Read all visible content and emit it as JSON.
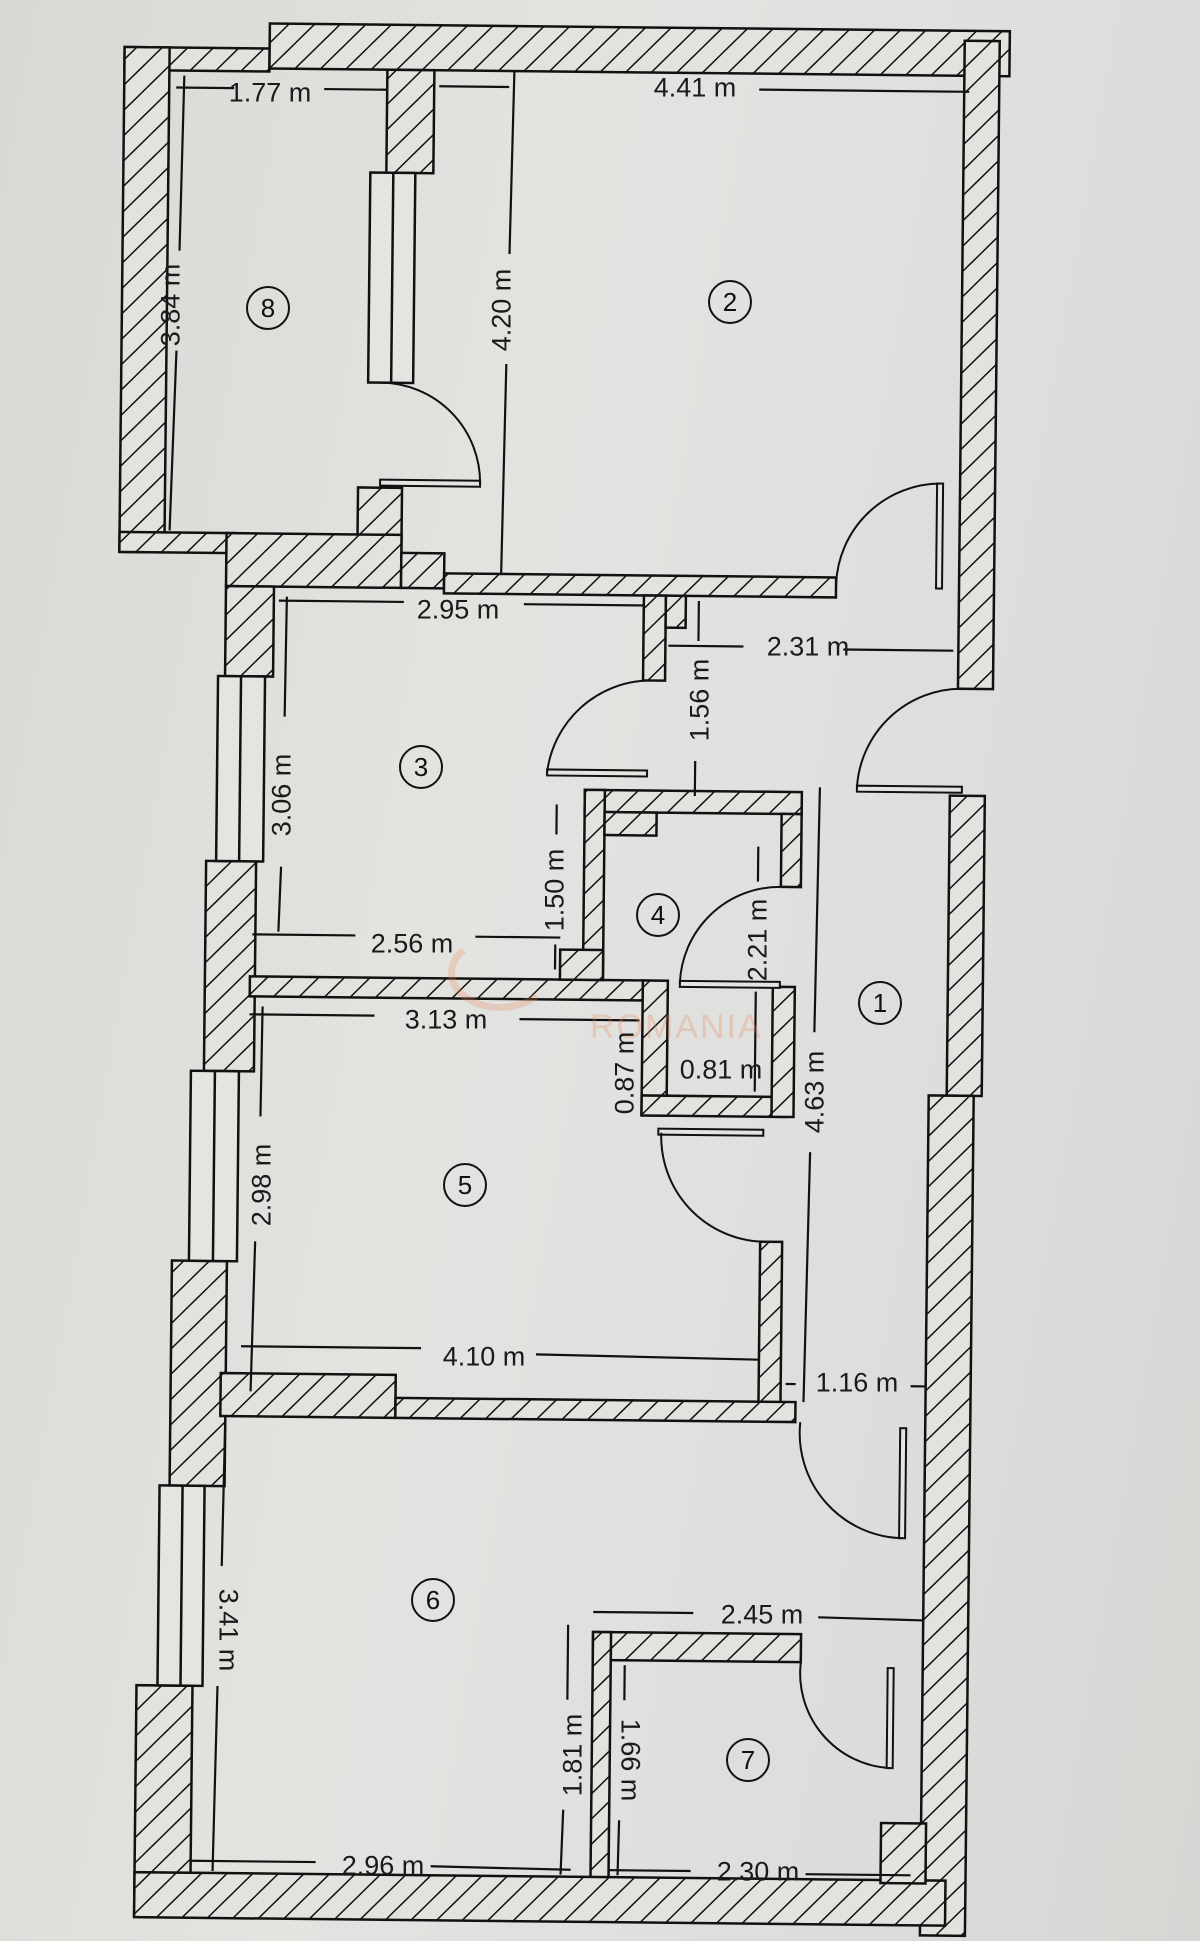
{
  "plan": {
    "rooms": [
      {
        "id": "1",
        "label": "1"
      },
      {
        "id": "2",
        "label": "2"
      },
      {
        "id": "3",
        "label": "3"
      },
      {
        "id": "4",
        "label": "4"
      },
      {
        "id": "5",
        "label": "5"
      },
      {
        "id": "6",
        "label": "6"
      },
      {
        "id": "7",
        "label": "7"
      },
      {
        "id": "8",
        "label": "8"
      }
    ],
    "dimensions": {
      "room8_width": "1.77 m",
      "room8_height": "3.84 m",
      "room2_width": "4.41 m",
      "room2_height": "4.20 m",
      "room3_width": "2.95 m",
      "room3_height": "3.06 m",
      "room3_bottom_width": "2.56 m",
      "corridor_upper_width": "2.31 m",
      "corridor_upper_height": "1.56 m",
      "room3_notch_height": "1.50 m",
      "room4_height": "2.21 m",
      "room5_width": "3.13 m",
      "room5_notch_height": "0.87 m",
      "room4_closet_width": "0.81 m",
      "corridor_height": "4.63 m",
      "room5_height": "2.98 m",
      "room5_bottom_width": "4.10 m",
      "corridor_width": "1.16 m",
      "room6_height": "3.41 m",
      "room7_top_width": "2.45 m",
      "room6_notch_height": "1.81 m",
      "room7_height": "1.66 m",
      "room6_width": "2.96 m",
      "room7_width": "2.30 m"
    },
    "watermark": "ROMANIA",
    "colors": {
      "paper": "#dedede",
      "ink": "#111111",
      "watermark": "#eb8250"
    }
  }
}
